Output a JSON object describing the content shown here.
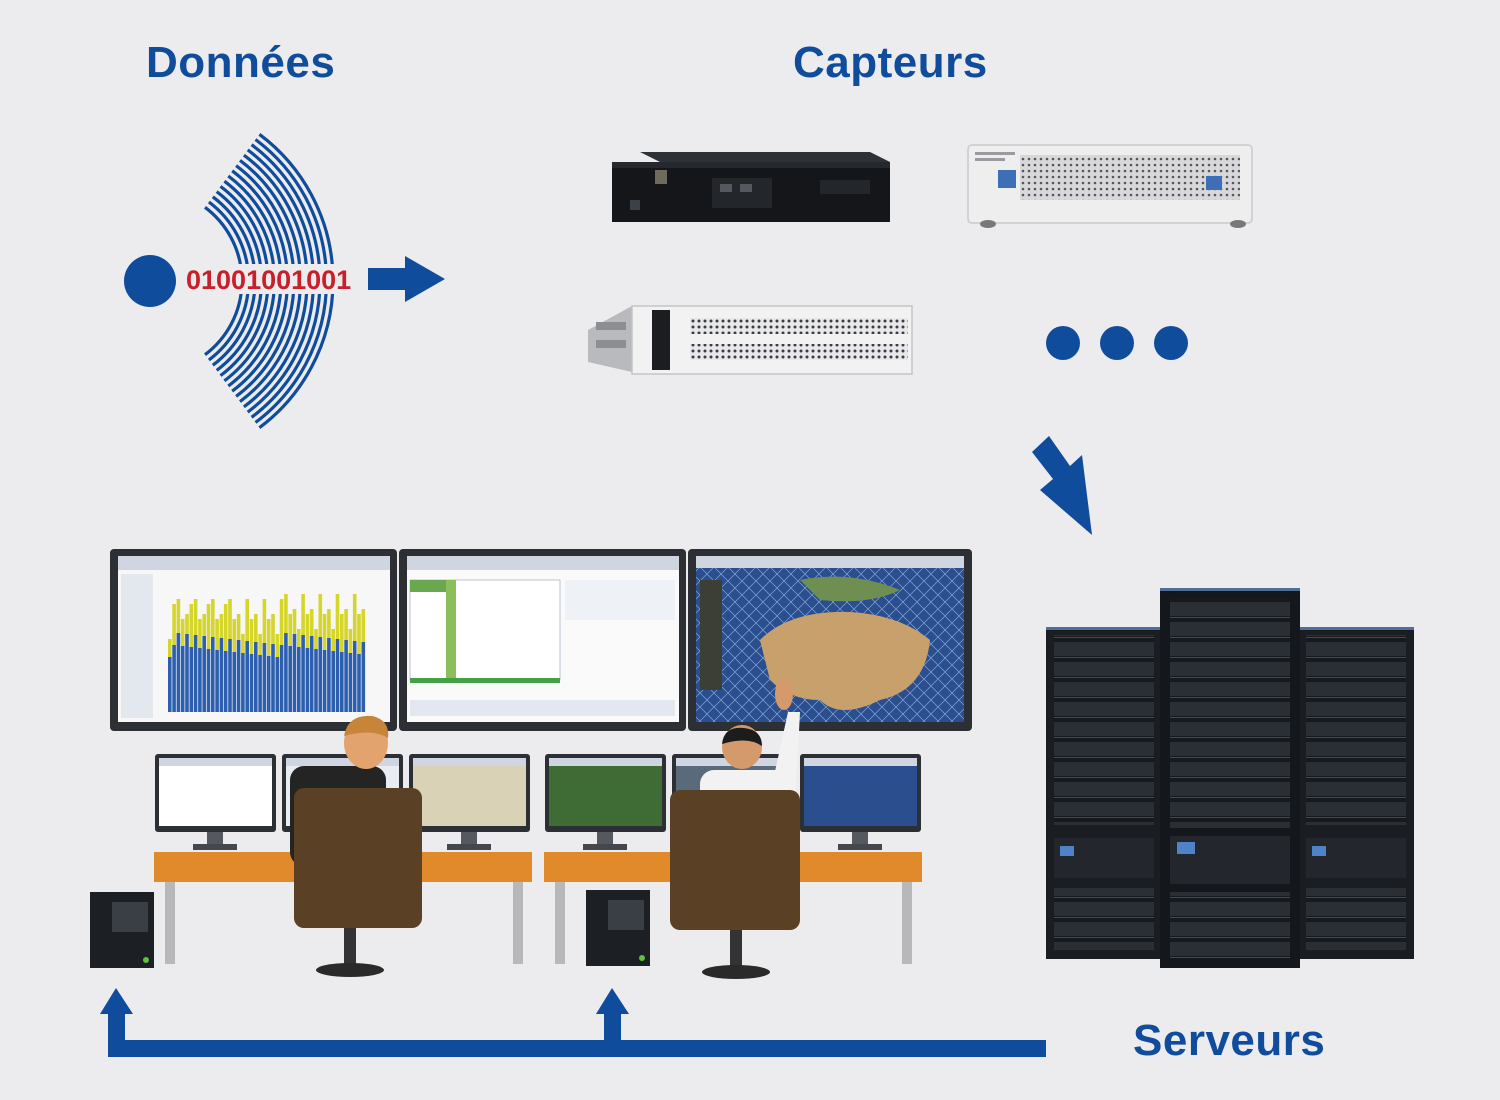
{
  "labels": {
    "donnees": "Données",
    "capteurs": "Capteurs",
    "serveurs": "Serveurs",
    "binary": "01001001001"
  },
  "colors": {
    "accent_blue": "#0f4c9c",
    "binary_red": "#c8202a",
    "background": "#ecebed",
    "desk_orange": "#e08a2c",
    "chair_brown": "#5a4024",
    "rack_dark": "#1c2024",
    "screen_blue": "#2d5fae",
    "bar_yellow": "#d6d62a"
  },
  "icons": {
    "signal": "wave-signal-icon",
    "sensor_devices": "rack-sensor-icon",
    "more": "ellipsis-icon",
    "servers": "server-rack-icon",
    "operators": "control-room-icon"
  }
}
